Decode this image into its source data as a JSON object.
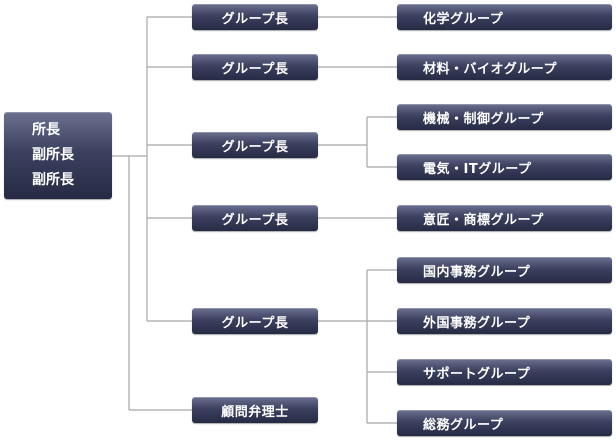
{
  "head": {
    "lines": [
      "所長",
      "副所長",
      "副所長"
    ]
  },
  "managers": [
    {
      "label": "グループ長"
    },
    {
      "label": "グループ長"
    },
    {
      "label": "グループ長"
    },
    {
      "label": "グループ長"
    },
    {
      "label": "グループ長"
    },
    {
      "label": "顧問弁理士"
    }
  ],
  "groups": [
    {
      "label": "化学グループ"
    },
    {
      "label": "材料・バイオグループ"
    },
    {
      "label": "機械・制御グループ"
    },
    {
      "label": "電気・ITグループ"
    },
    {
      "label": "意匠・商標グループ"
    },
    {
      "label": "国内事務グループ"
    },
    {
      "label": "外国事務グループ"
    },
    {
      "label": "サポートグループ"
    },
    {
      "label": "総務グループ"
    }
  ],
  "colors": {
    "box_top": "#6c7190",
    "box_bottom": "#262a44",
    "line": "#a7a7a7",
    "text": "#ffffff"
  }
}
